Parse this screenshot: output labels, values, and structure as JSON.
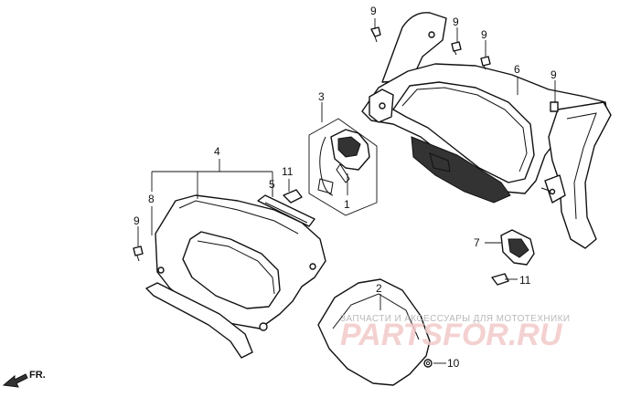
{
  "callouts": {
    "c1": "1",
    "c2": "2",
    "c3": "3",
    "c4": "4",
    "c5": "5",
    "c6": "6",
    "c7": "7",
    "c8": "8",
    "c9": "9",
    "c10": "10",
    "c11": "11"
  },
  "watermark": {
    "tagline": "ЗАПЧАСТИ И АКСЕССУАРЫ ДЛЯ МОТОТЕХНИКИ",
    "logo": "PARTSFOR.RU"
  },
  "direction_label": "FR.",
  "colors": {
    "line": "#111111",
    "watermark_red": "#e8a0a0",
    "watermark_gray": "#b9b9b9"
  }
}
